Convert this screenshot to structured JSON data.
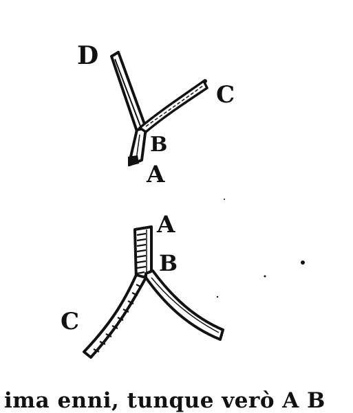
{
  "figure_top": {
    "labels": {
      "d": "D",
      "c": "C",
      "b": "B",
      "a": "A"
    }
  },
  "figure_bottom": {
    "labels": {
      "a": "A",
      "b": "B",
      "c": "C"
    }
  },
  "caption": "ima enni, tunque verò A B"
}
